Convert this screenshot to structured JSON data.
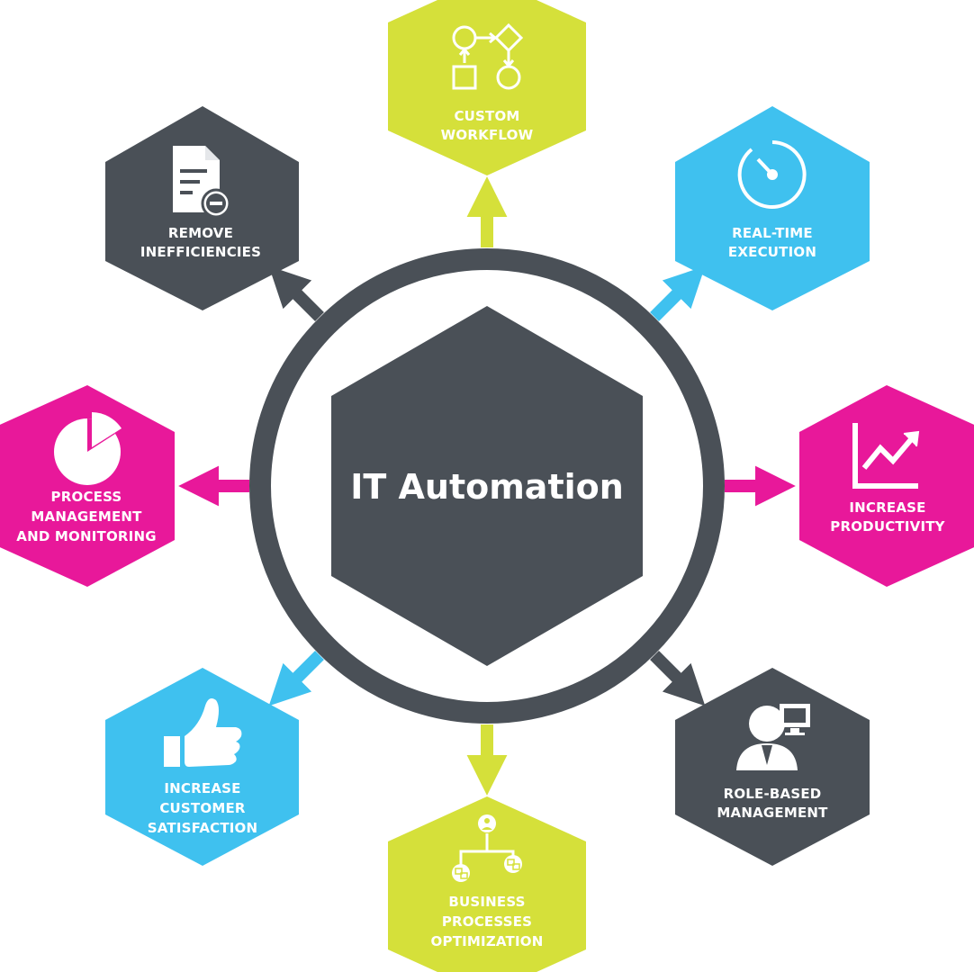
{
  "center": {
    "title": "IT Automation",
    "color": "#4a5057"
  },
  "colors": {
    "gray": "#4a5057",
    "lime": "#d5e03a",
    "blue": "#3fc1ef",
    "magenta": "#e8189a",
    "ring": "#4a5057"
  },
  "nodes": [
    {
      "id": "custom-workflow",
      "lines": [
        "CUSTOM",
        "WORKFLOW"
      ],
      "color": "#d5e03a",
      "icon": "workflow-icon"
    },
    {
      "id": "real-time-execution",
      "lines": [
        "REAL-TIME",
        "EXECUTION"
      ],
      "color": "#3fc1ef",
      "icon": "timer-icon"
    },
    {
      "id": "increase-productivity",
      "lines": [
        "INCREASE",
        "PRODUCTIVITY"
      ],
      "color": "#e8189a",
      "icon": "line-chart-icon"
    },
    {
      "id": "role-based-management",
      "lines": [
        "ROLE-BASED",
        "MANAGEMENT"
      ],
      "color": "#4a5057",
      "icon": "user-computer-icon"
    },
    {
      "id": "business-processes-optimization",
      "lines": [
        "BUSINESS",
        "PROCESSES",
        "OPTIMIZATION"
      ],
      "color": "#d5e03a",
      "icon": "org-tree-icon"
    },
    {
      "id": "increase-customer-satisfaction",
      "lines": [
        "INCREASE",
        "CUSTOMER",
        "SATISFACTION"
      ],
      "color": "#3fc1ef",
      "icon": "thumbs-up-icon"
    },
    {
      "id": "process-management-monitoring",
      "lines": [
        "PROCESS",
        "MANAGEMENT",
        "AND MONITORING"
      ],
      "color": "#e8189a",
      "icon": "pie-chart-icon"
    },
    {
      "id": "remove-inefficiencies",
      "lines": [
        "REMOVE",
        "INEFFICIENCIES"
      ],
      "color": "#4a5057",
      "icon": "document-remove-icon"
    }
  ]
}
